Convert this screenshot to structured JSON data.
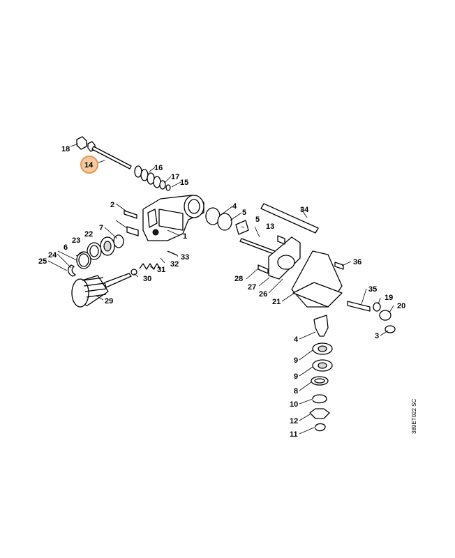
{
  "diagram": {
    "highlighted_callout": "14",
    "highlight_color": "#f5c9a0",
    "highlight_border": "#e8974e",
    "doc_id": "389ET022 SC",
    "callouts": [
      "18",
      "14",
      "16",
      "17",
      "15",
      "2",
      "4",
      "5",
      "5",
      "34",
      "7",
      "22",
      "1",
      "13",
      "23",
      "6",
      "24",
      "25",
      "32",
      "31",
      "33",
      "30",
      "29",
      "36",
      "28",
      "27",
      "26",
      "21",
      "35",
      "19",
      "20",
      "3",
      "4",
      "9",
      "9",
      "8",
      "10",
      "12",
      "11"
    ]
  }
}
